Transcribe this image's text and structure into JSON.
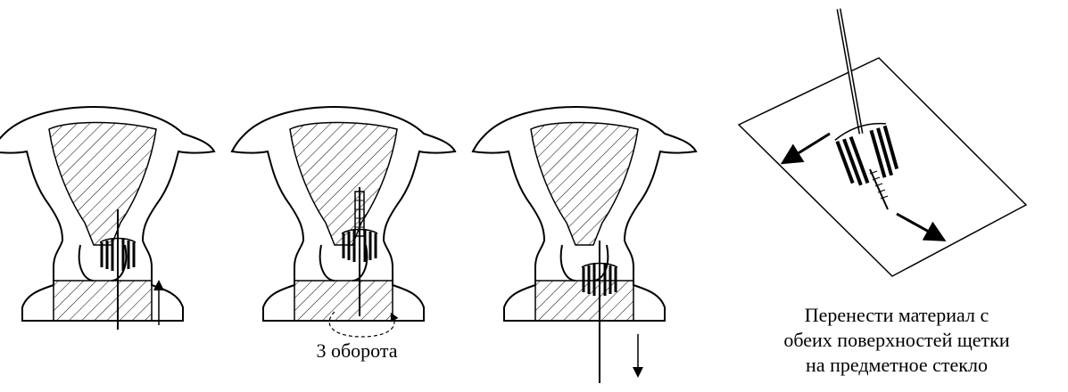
{
  "panels": [
    {
      "step": 1,
      "caption": "",
      "direction": "up"
    },
    {
      "step": 2,
      "caption": "3 оборота",
      "direction": "rotate"
    },
    {
      "step": 3,
      "caption": "",
      "direction": "down"
    },
    {
      "step": 4,
      "caption_lines": [
        "Перенести материал с",
        "обеих поверхностей щетки",
        "на предметное стекло"
      ],
      "direction": "smear"
    }
  ],
  "colors": {
    "line": "#000000",
    "background": "#ffffff"
  }
}
